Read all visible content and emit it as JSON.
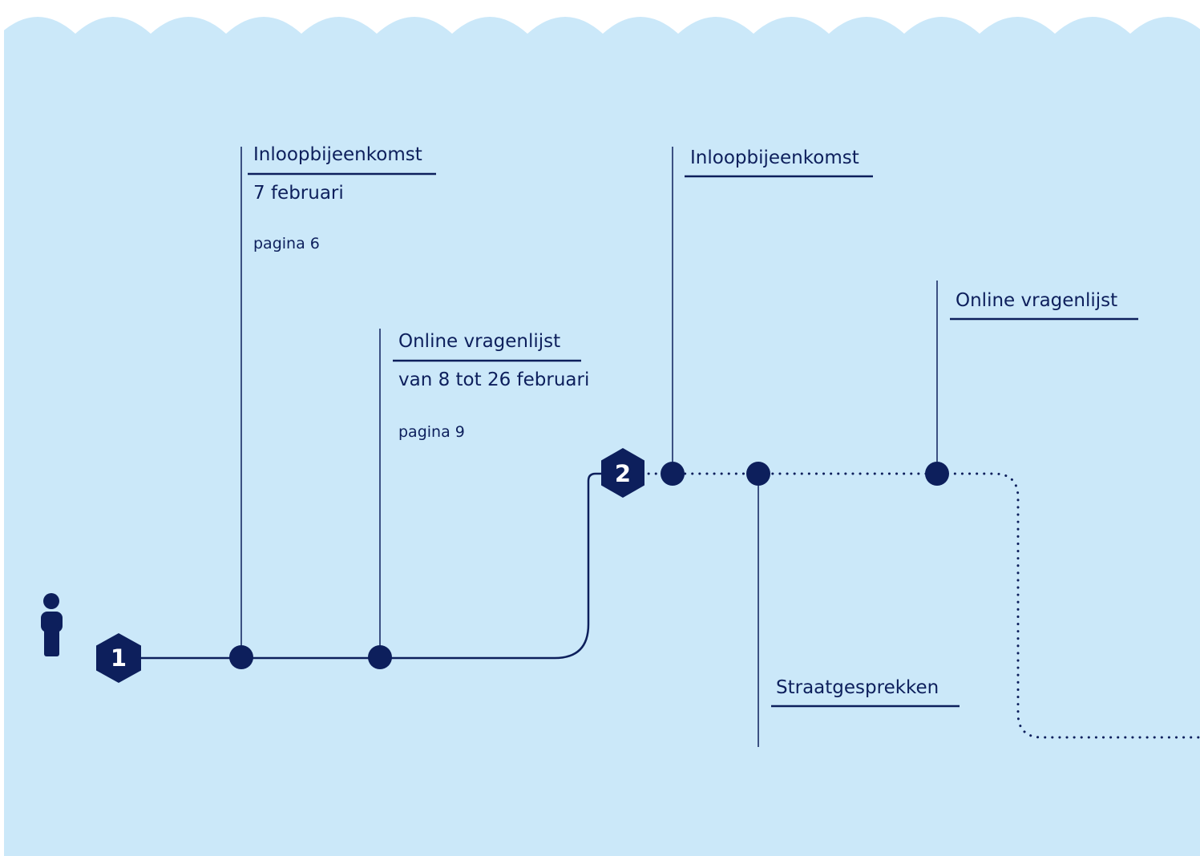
{
  "colors": {
    "background": "#cbe8f9",
    "navy": "#0d1f5c",
    "top_band": "#ffffff"
  },
  "icons": {
    "person": "person-icon",
    "step": "hexagon-badge"
  },
  "steps": [
    {
      "number": "1"
    },
    {
      "number": "2"
    }
  ],
  "events": [
    {
      "title": "Inloopbijeenkomst",
      "date": "7 februari",
      "page": "pagina 6"
    },
    {
      "title": "Online vragenlijst",
      "date": "van 8 tot 26 februari",
      "page": "pagina 9"
    },
    {
      "title": "Inloopbijeenkomst"
    },
    {
      "title": "Online vragenlijst"
    },
    {
      "title": "Straatgesprekken"
    }
  ]
}
